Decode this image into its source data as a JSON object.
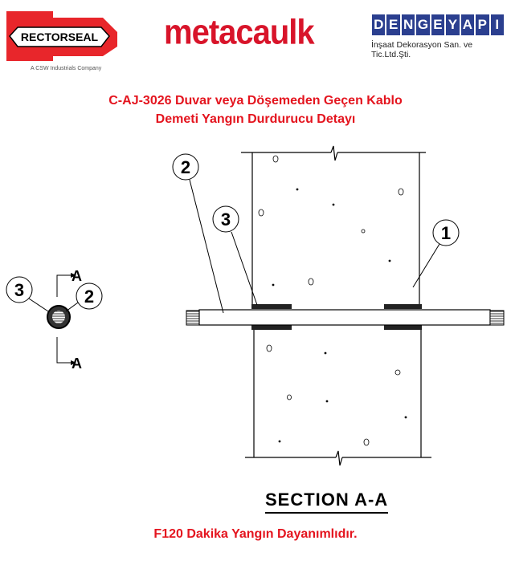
{
  "logos": {
    "rectorseal": {
      "name": "RECTORSEAL",
      "subtitle": "A CSW Industrials Company"
    },
    "metacaulk": {
      "name": "metacaulk"
    },
    "dengeyapi": {
      "letters": [
        "D",
        "E",
        "N",
        "G",
        "E",
        "Y",
        "A",
        "P",
        "I"
      ],
      "subtitle": "İnşaat Dekorasyon San. ve Tic.Ltd.Şti."
    }
  },
  "title": {
    "line1": "C-AJ-3026 Duvar veya Döşemeden Geçen Kablo",
    "line2": "Demeti Yangın Durdurucu Detayı"
  },
  "diagram": {
    "callouts": [
      "1",
      "2",
      "3"
    ],
    "section_marker": "A",
    "section_label": "SECTION A-A"
  },
  "footer": "F120 Dakika Yangın Dayanımlıdır.",
  "colors": {
    "accent": "#e4141e",
    "brand_blue": "#2b3f8f"
  }
}
